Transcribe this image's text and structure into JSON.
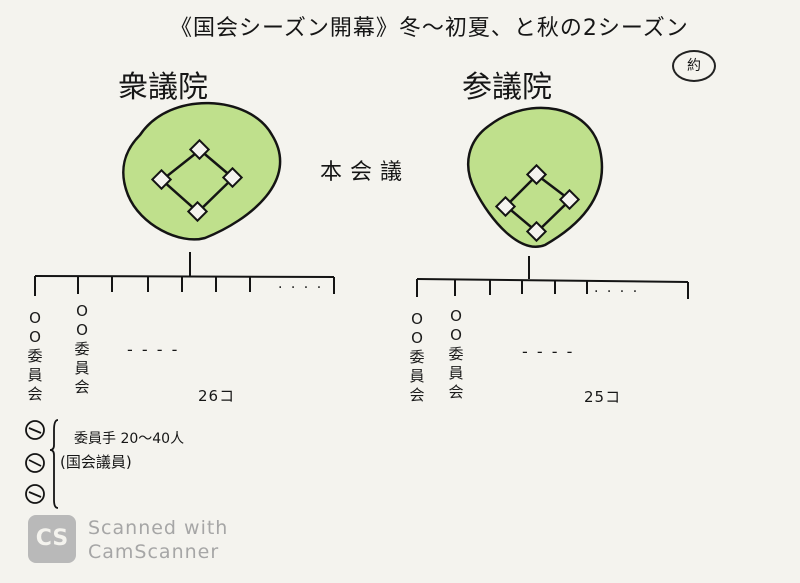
{
  "title": "《国会シーズン開幕》冬〜初夏、と秋の2シーズン",
  "title_note": "約",
  "houses": [
    {
      "name": "衆議院",
      "committee_count": "26コ",
      "col1_label": [
        "O",
        "O",
        "委",
        "員",
        "会"
      ],
      "col2_label": [
        "O",
        "O",
        "委",
        "員",
        "会"
      ]
    },
    {
      "name": "参議院",
      "committee_count": "25コ",
      "col1_label": [
        "O",
        "O",
        "委",
        "員",
        "会"
      ],
      "col2_label": [
        "O",
        "O",
        "委",
        "員",
        "会"
      ]
    }
  ],
  "center_label": "本会議",
  "ellipsis_top": ". . . .",
  "ellipsis_row": "- - - -",
  "members_note": "委員手 20〜40人",
  "members_note_2": "(国会議員)",
  "watermark": {
    "logo": "CS",
    "line1": "Scanned with",
    "line2": "CamScanner"
  },
  "colors": {
    "field_green": "#bfe08c",
    "ink": "#161616",
    "paper": "#f4f3ee",
    "watermark": "#a6a6a6"
  },
  "icons": [
    "baseball-field-icon",
    "person-face-icon"
  ]
}
